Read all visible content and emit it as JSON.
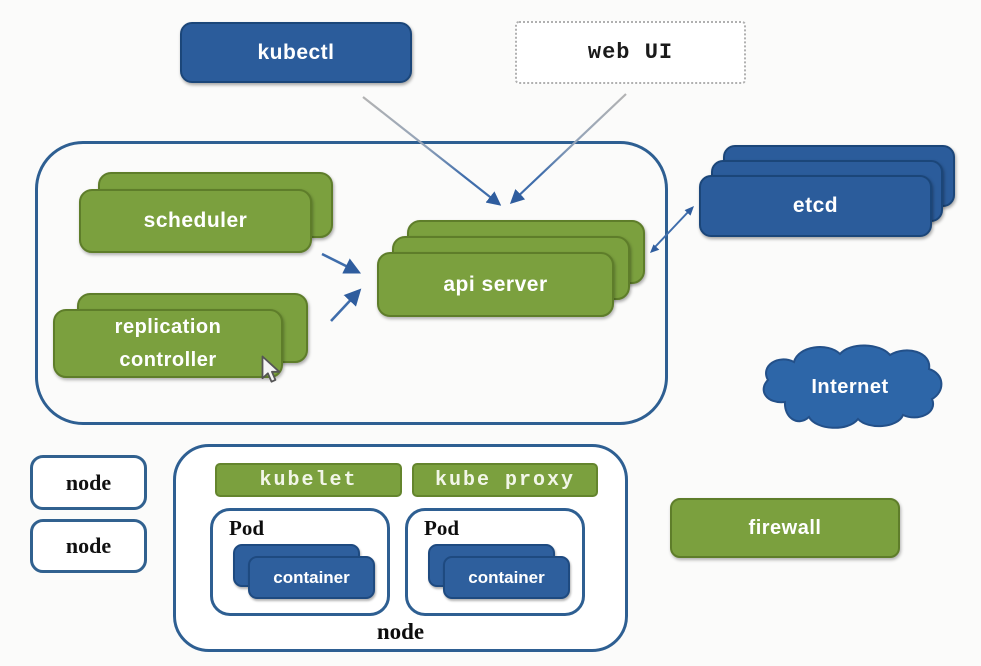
{
  "nodes": {
    "kubectl": {
      "label": "kubectl"
    },
    "web_ui": {
      "label": "web UI"
    },
    "scheduler": {
      "label": "scheduler"
    },
    "replication_controller": {
      "line1": "replication",
      "line2": "controller"
    },
    "api_server": {
      "label": "api server"
    },
    "etcd": {
      "label": "etcd"
    },
    "internet": {
      "label": "Internet"
    },
    "firewall": {
      "label": "firewall"
    },
    "node_left_top": {
      "label": "node"
    },
    "node_left_bottom": {
      "label": "node"
    },
    "worker_node": {
      "label": "node"
    },
    "kubelet": {
      "label": "kubelet"
    },
    "kube_proxy": {
      "label": "kube proxy"
    },
    "pod_1": {
      "label": "Pod",
      "container": "container"
    },
    "pod_2": {
      "label": "Pod",
      "container": "container"
    }
  },
  "colors": {
    "green_fill": "#7ba03e",
    "green_border": "#5e7d2a",
    "blue_fill": "#2b5c9b",
    "blue_border": "#1b4679",
    "outline_blue": "#2e5f92",
    "cloud_blue": "#2d66a8",
    "arrow_blue": "#3f6dab",
    "dotted_border": "#b0b0b0"
  }
}
